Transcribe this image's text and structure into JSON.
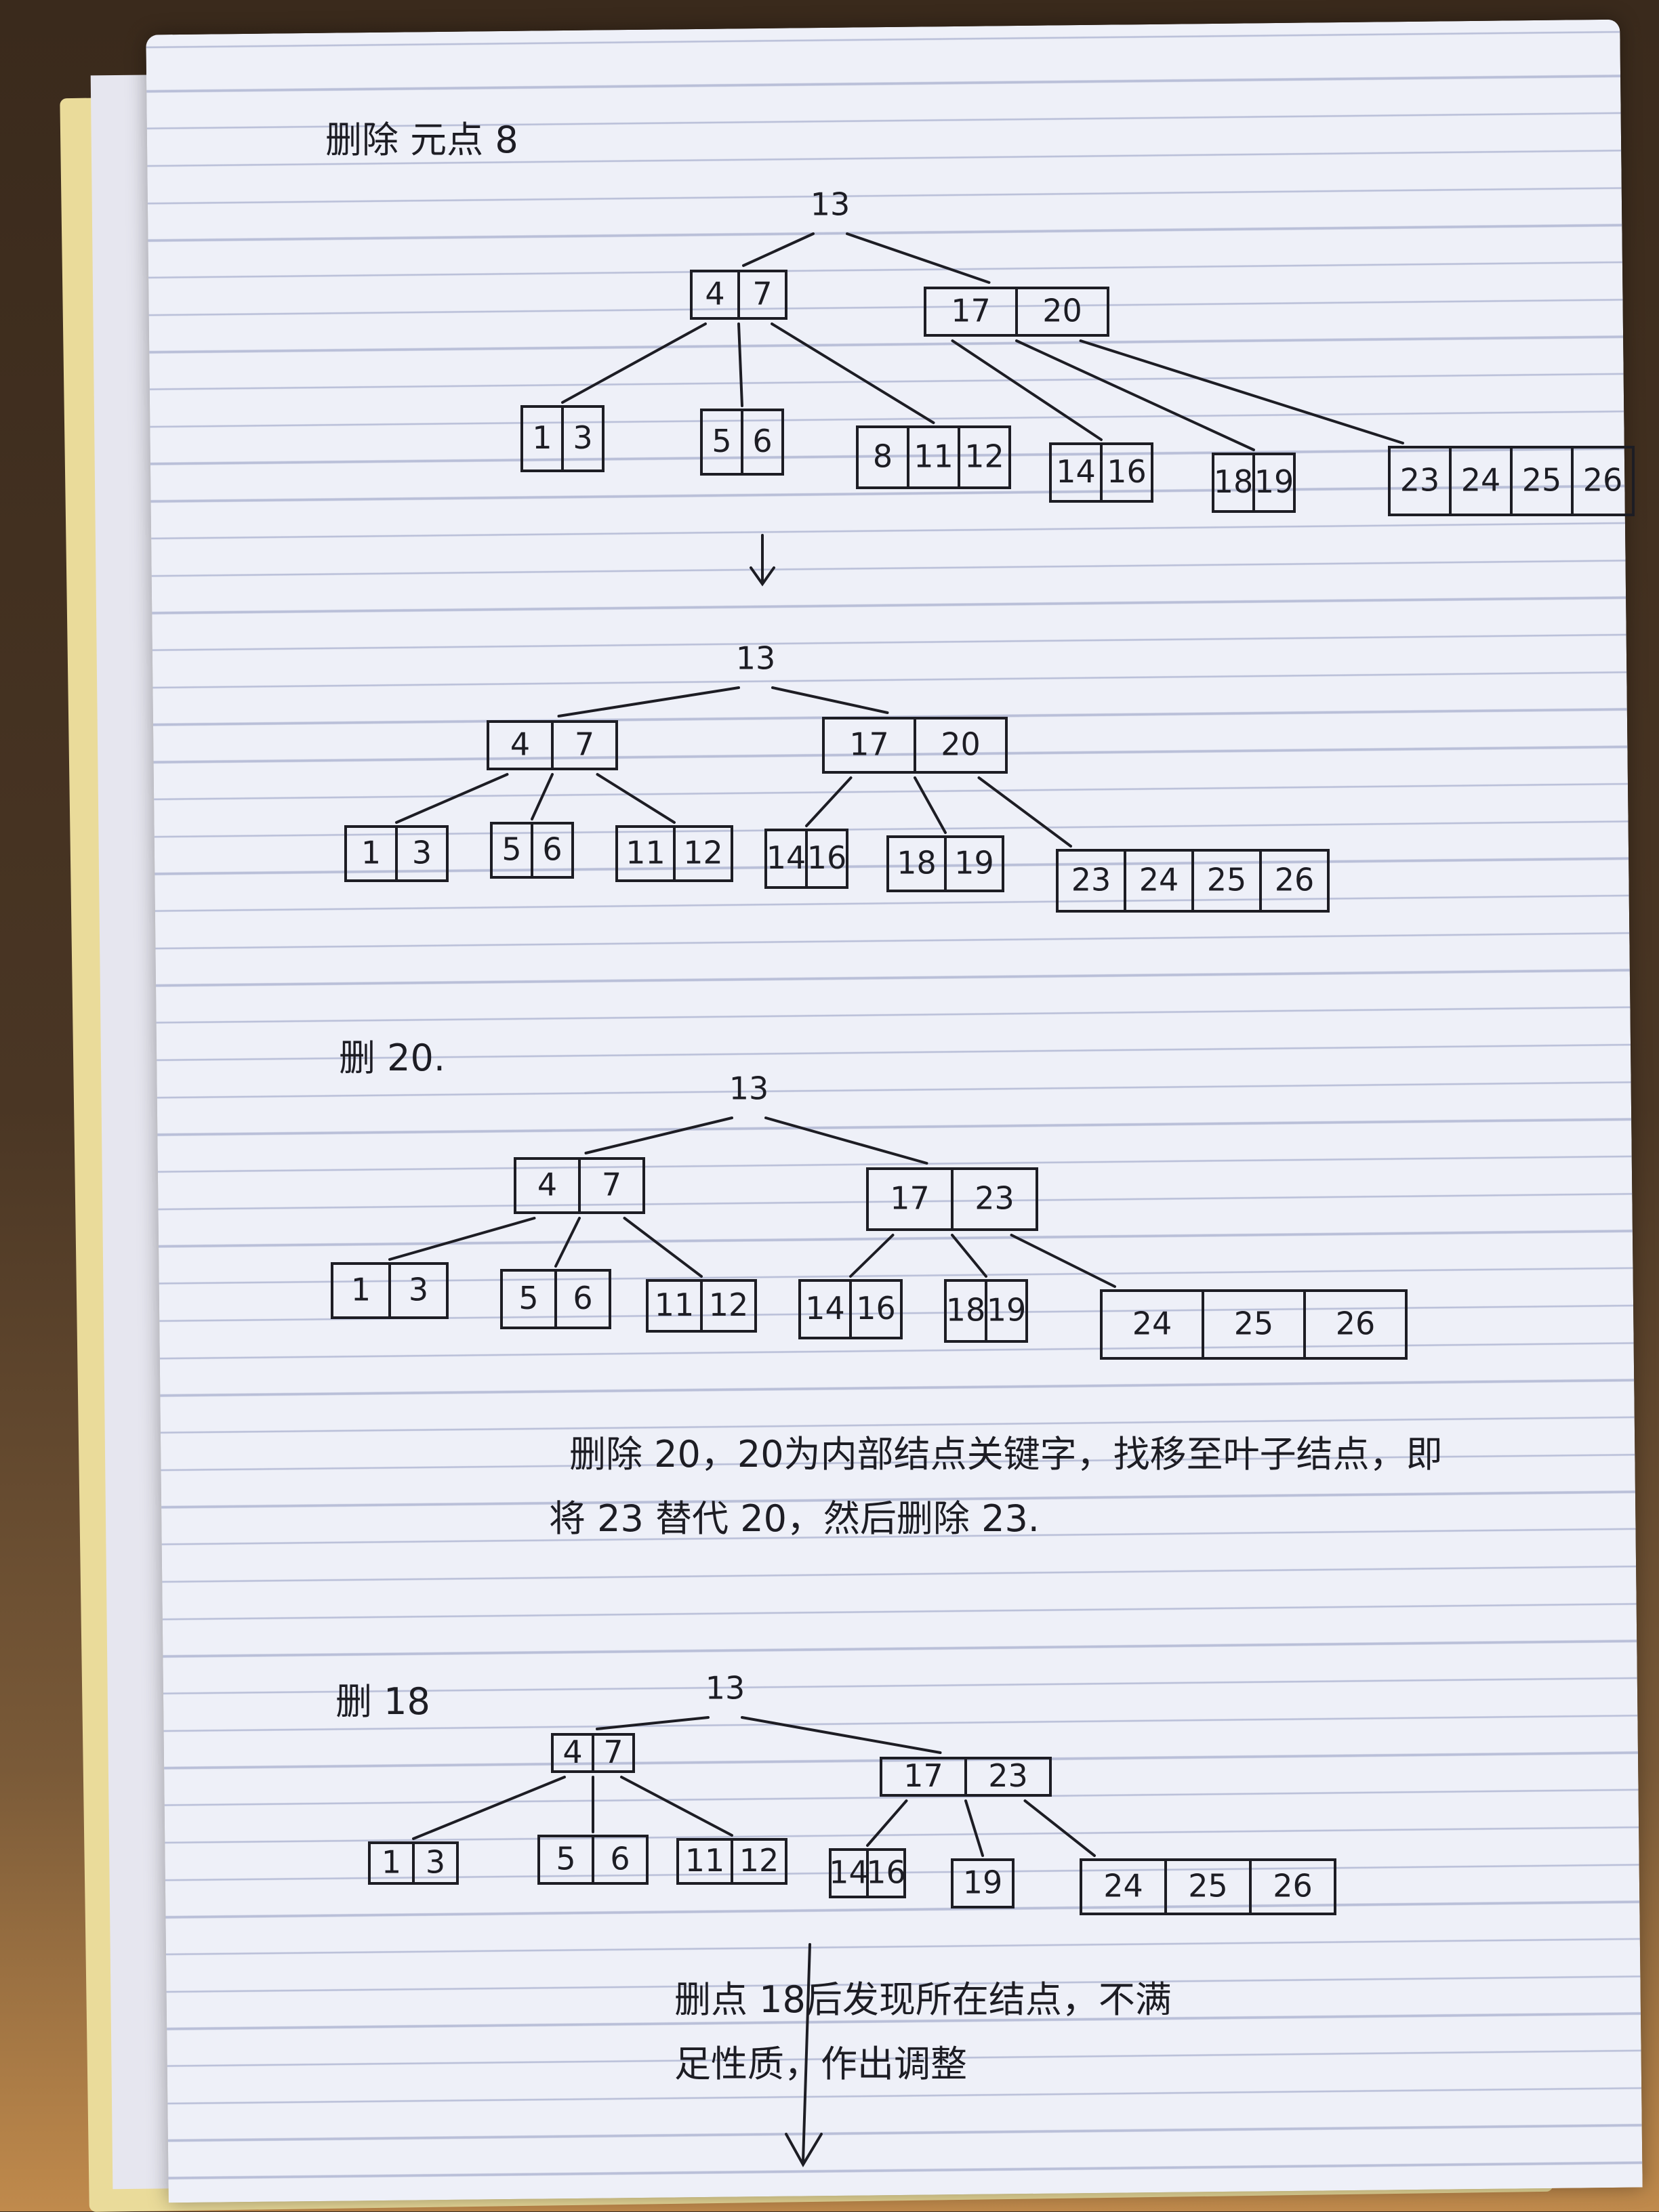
{
  "headings": {
    "h1": "删除 元点 8",
    "h2": "删 20.",
    "h3": "删 18"
  },
  "notes": {
    "n1_line1": "删除 20，20为内部结点关键字，找移至叶子结点，即",
    "n1_line2": "将 23 替代 20，然后删除 23.",
    "n2_line1": "删点 18后发现所在结点，不满",
    "n2_line2": "足性质，作出调整"
  },
  "trees": [
    {
      "root": "13",
      "internal": [
        [
          "4",
          "7"
        ],
        [
          "17",
          "20"
        ]
      ],
      "leaves": [
        [
          "1",
          "3"
        ],
        [
          "5",
          "6"
        ],
        [
          "8",
          "11",
          "12"
        ],
        [
          "14",
          "16"
        ],
        [
          "18",
          "19"
        ],
        [
          "23",
          "24",
          "25",
          "26"
        ]
      ]
    },
    {
      "root": "13",
      "internal": [
        [
          "4",
          "7"
        ],
        [
          "17",
          "20"
        ]
      ],
      "leaves": [
        [
          "1",
          "3"
        ],
        [
          "5",
          "6"
        ],
        [
          "11",
          "12"
        ],
        [
          "14",
          "16"
        ],
        [
          "18",
          "19"
        ],
        [
          "23",
          "24",
          "25",
          "26"
        ]
      ]
    },
    {
      "root": "13",
      "internal": [
        [
          "4",
          "7"
        ],
        [
          "17",
          "23"
        ]
      ],
      "leaves": [
        [
          "1",
          "3"
        ],
        [
          "5",
          "6"
        ],
        [
          "11",
          "12"
        ],
        [
          "14",
          "16"
        ],
        [
          "18",
          "19"
        ],
        [
          "24",
          "25",
          "26"
        ]
      ]
    },
    {
      "root": "13",
      "internal": [
        [
          "4",
          "7"
        ],
        [
          "17",
          "23"
        ]
      ],
      "leaves": [
        [
          "1",
          "3"
        ],
        [
          "5",
          "6"
        ],
        [
          "11",
          "12"
        ],
        [
          "14",
          "16"
        ],
        [
          "19"
        ],
        [
          "24",
          "25",
          "26"
        ]
      ]
    }
  ],
  "colors": {
    "ink": "#1d1d24",
    "paper": "#eef0f8",
    "rule": "#b9bfd8"
  },
  "icons": {
    "arrow": "down-arrow-icon"
  }
}
